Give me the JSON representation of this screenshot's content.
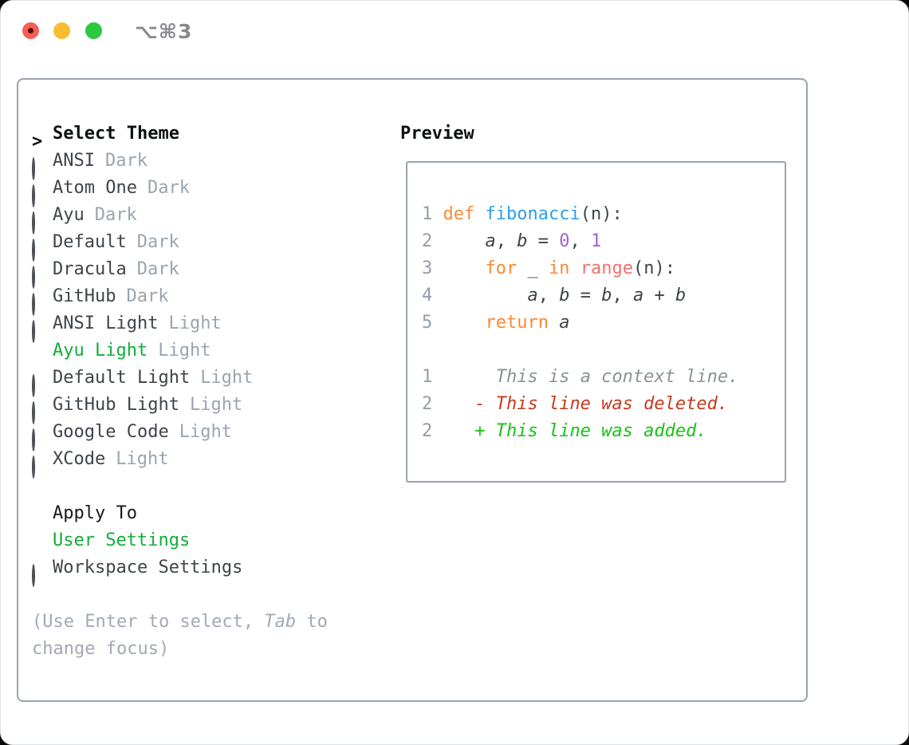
{
  "titlebar": {
    "shortcut": "⌥⌘3"
  },
  "select": {
    "prefix": ">",
    "label": "Select Theme"
  },
  "themes": [
    {
      "name": "ANSI",
      "variant": "Dark",
      "selected": false
    },
    {
      "name": "Atom One",
      "variant": "Dark",
      "selected": false
    },
    {
      "name": "Ayu",
      "variant": "Dark",
      "selected": false
    },
    {
      "name": "Default",
      "variant": "Dark",
      "selected": false
    },
    {
      "name": "Dracula",
      "variant": "Dark",
      "selected": false
    },
    {
      "name": "GitHub",
      "variant": "Dark",
      "selected": false
    },
    {
      "name": "ANSI Light",
      "variant": "Light",
      "selected": false
    },
    {
      "name": "Ayu Light",
      "variant": "Light",
      "selected": true
    },
    {
      "name": "Default Light",
      "variant": "Light",
      "selected": false
    },
    {
      "name": "GitHub Light",
      "variant": "Light",
      "selected": false
    },
    {
      "name": "Google Code",
      "variant": "Light",
      "selected": false
    },
    {
      "name": "XCode",
      "variant": "Light",
      "selected": false
    }
  ],
  "apply": {
    "label": "Apply To",
    "options": [
      {
        "name": "User Settings",
        "selected": true
      },
      {
        "name": "Workspace Settings",
        "selected": false
      }
    ]
  },
  "hints": [
    [
      [
        "(Use ",
        "hint"
      ],
      [
        "Enter",
        "hint"
      ],
      [
        " to select, ",
        "hint"
      ],
      [
        "Tab",
        "hinti"
      ],
      [
        " to",
        "hint"
      ]
    ],
    [
      [
        "change focus)",
        "hint"
      ]
    ]
  ],
  "preview": {
    "title": "Preview",
    "lines": [
      [
        [
          "1",
          "ln"
        ],
        [
          " ",
          "pl"
        ],
        [
          "def",
          "kw"
        ],
        [
          " ",
          "pl"
        ],
        [
          "fibonacci",
          "fn"
        ],
        [
          "(n):",
          "pl"
        ]
      ],
      [
        [
          "2",
          "ln"
        ],
        [
          "     ",
          "pl"
        ],
        [
          "a",
          "var"
        ],
        [
          ", ",
          "pl"
        ],
        [
          "b",
          "var"
        ],
        [
          " = ",
          "pl"
        ],
        [
          "0",
          "num"
        ],
        [
          ", ",
          "pl"
        ],
        [
          "1",
          "num"
        ]
      ],
      [
        [
          "3",
          "ln"
        ],
        [
          "     ",
          "pl"
        ],
        [
          "for",
          "kw"
        ],
        [
          " _ ",
          "pl"
        ],
        [
          "in",
          "kw"
        ],
        [
          " ",
          "pl"
        ],
        [
          "range",
          "call"
        ],
        [
          "(n):",
          "pl"
        ]
      ],
      [
        [
          "4",
          "ln"
        ],
        [
          "         ",
          "pl"
        ],
        [
          "a",
          "var"
        ],
        [
          ", ",
          "pl"
        ],
        [
          "b",
          "var"
        ],
        [
          " = ",
          "pl"
        ],
        [
          "b",
          "var"
        ],
        [
          ", ",
          "pl"
        ],
        [
          "a",
          "var"
        ],
        [
          " + ",
          "pl"
        ],
        [
          "b",
          "var"
        ]
      ],
      [
        [
          "5",
          "ln"
        ],
        [
          "     ",
          "pl"
        ],
        [
          "return",
          "kw"
        ],
        [
          " ",
          "pl"
        ],
        [
          "a",
          "var"
        ]
      ],
      [],
      [
        [
          "1",
          "ln"
        ],
        [
          "      ",
          "pl"
        ],
        [
          "This is a context line.",
          "ctx"
        ]
      ],
      [
        [
          "2",
          "ln"
        ],
        [
          "    ",
          "pl"
        ],
        [
          "- This line was deleted.",
          "del"
        ]
      ],
      [
        [
          "2",
          "ln"
        ],
        [
          "    ",
          "pl"
        ],
        [
          "+ This line was added.",
          "add"
        ]
      ]
    ]
  },
  "colors": {
    "window_bg": "#ffffff",
    "border_gray": "#9aa3ae",
    "header_text": "#0d1013",
    "item_text": "#3f444b",
    "variant_gray": "#9aa4b0",
    "hint_gray": "#a2a9b4",
    "accent_green": "#12ad38",
    "radio_ring": "#4c5158",
    "line_number": "#939daa",
    "code_text": "#3f444b",
    "keyword_orange": "#fa8a36",
    "function_blue": "#2f9ee6",
    "number_purple": "#a55fd4",
    "call_coral": "#f2706d",
    "context_gray": "#8b929b",
    "deleted_red": "#c43a20",
    "added_green": "#16c216",
    "traffic_red": "#f25f57",
    "traffic_red_dot": "#5c0b04",
    "traffic_yellow": "#f9bd32",
    "traffic_green": "#2bc840",
    "shortcut_gray": "#87898d"
  }
}
